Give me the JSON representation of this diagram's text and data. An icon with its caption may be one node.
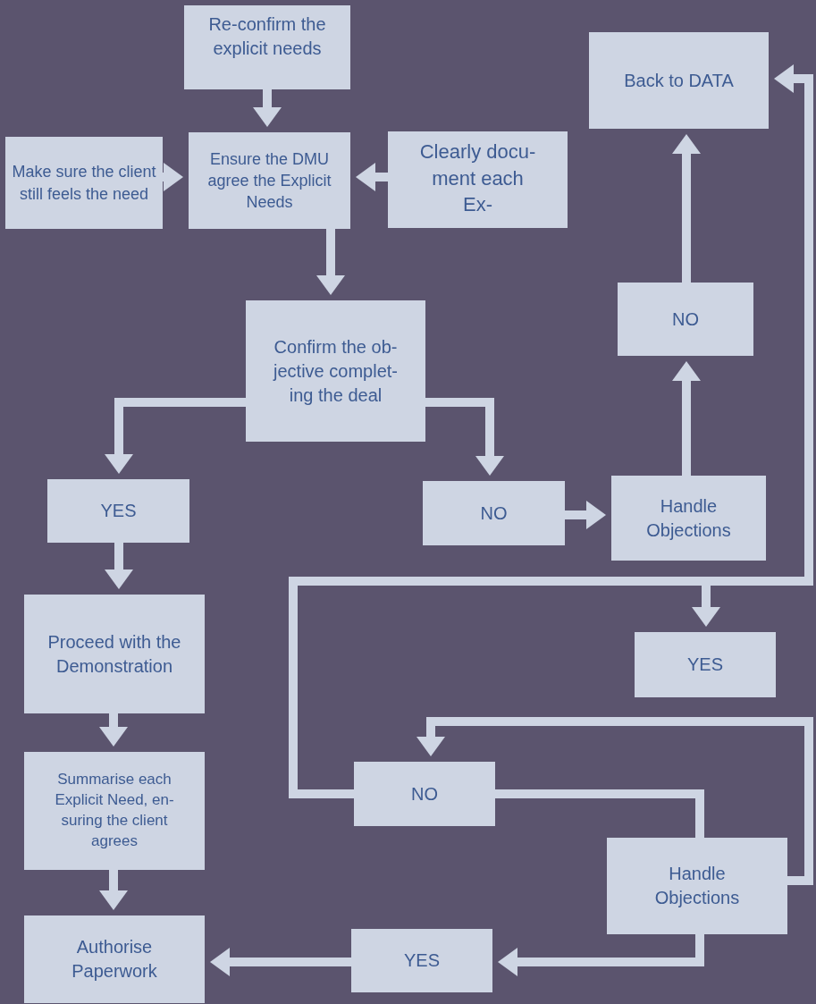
{
  "diagram": {
    "nodes": [
      {
        "text": [
          "Re-confirm the explicit needs"
        ]
      },
      {
        "text": [
          "Make sure the client still feels the need"
        ]
      },
      {
        "text": [
          "Ensure the DMU agree the Explicit Needs"
        ]
      },
      {
        "text": [
          "Clearly docu- ment each Ex-"
        ]
      },
      {
        "text": [
          "Back to DATA"
        ]
      },
      {
        "text": [
          "Confirm the ob- jective complet- ing the deal"
        ]
      },
      {
        "text": [
          "YES"
        ]
      },
      {
        "text": [
          "NO"
        ]
      },
      {
        "text": [
          "Handle Objections"
        ]
      },
      {
        "text": [
          "NO"
        ]
      },
      {
        "text": [
          "Proceed with the Demonstration"
        ]
      },
      {
        "text": [
          "YES"
        ]
      },
      {
        "text": [
          "Summarise each Explicit Need, en- suring the client agrees"
        ]
      },
      {
        "text": [
          "NO"
        ]
      },
      {
        "text": [
          "Handle Objections"
        ]
      },
      {
        "text": [
          "Authorise Paperwork"
        ]
      },
      {
        "text": [
          "YES"
        ]
      }
    ],
    "edges": [
      {
        "from": 0,
        "to": 2,
        "arrow": "to"
      },
      {
        "from": 1,
        "to": 2,
        "arrow": "to"
      },
      {
        "from": 3,
        "to": 2,
        "arrow": "to"
      },
      {
        "from": 2,
        "to": 5,
        "arrow": "to"
      },
      {
        "from": 5,
        "to": 6,
        "arrow": "to"
      },
      {
        "from": 5,
        "to": 7,
        "arrow": "to"
      },
      {
        "from": 7,
        "to": 8,
        "arrow": "to"
      },
      {
        "from": 8,
        "to": 9,
        "arrow": "to"
      },
      {
        "from": 9,
        "to": 4,
        "arrow": "to"
      },
      {
        "from": 6,
        "to": 10,
        "arrow": "to"
      },
      {
        "from": 10,
        "to": 12,
        "arrow": "to"
      },
      {
        "from": 12,
        "to": 15,
        "arrow": "to"
      },
      {
        "from": 13,
        "to": 4,
        "arrow": "to"
      },
      {
        "from": 13,
        "to": 11,
        "arrow": "to"
      },
      {
        "from": 13,
        "to": 14,
        "arrow": "none"
      },
      {
        "from": 14,
        "to": 13,
        "arrow": "to"
      },
      {
        "from": 14,
        "to": 16,
        "arrow": "to"
      },
      {
        "from": 16,
        "to": 15,
        "arrow": "to"
      }
    ]
  }
}
